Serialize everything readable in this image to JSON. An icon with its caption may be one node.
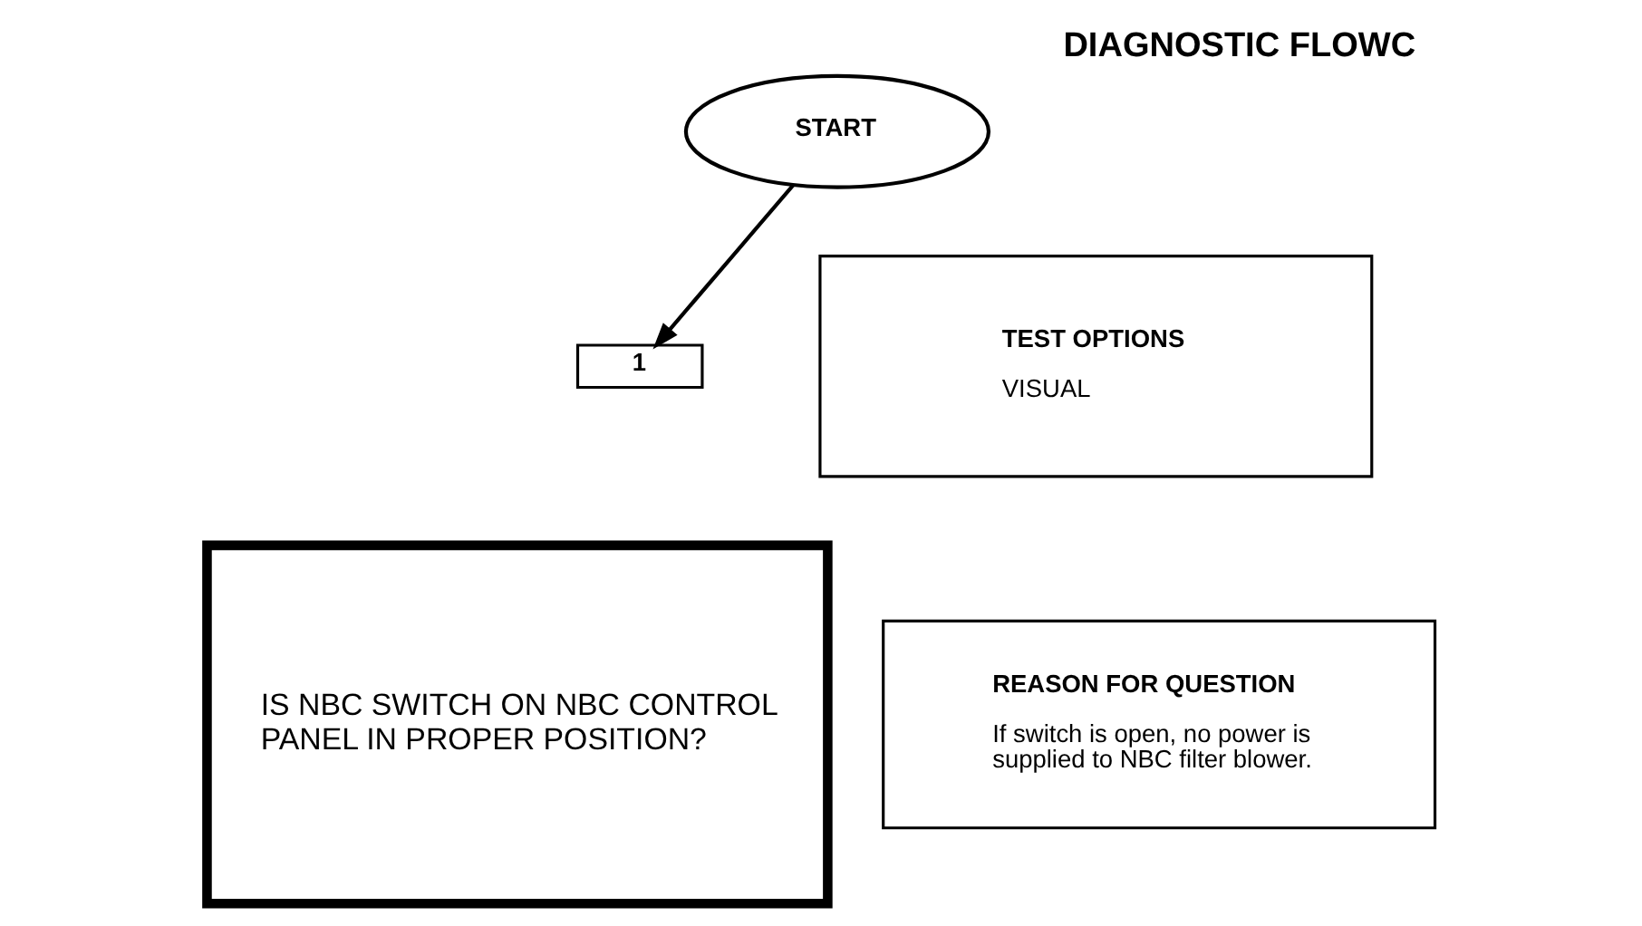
{
  "diagram": {
    "title": "DIAGNOSTIC FLOWC",
    "nodes": [
      {
        "text": [
          "START"
        ]
      },
      {
        "text": [
          "1"
        ]
      },
      {
        "text": [
          "IS NBC SWITCH ON NBC CONTROL PANEL IN PROPER POSITION?"
        ]
      },
      {
        "text": [
          "TEST OPTIONS",
          "VISUAL"
        ]
      },
      {
        "text": [
          "REASON FOR QUESTION",
          "If switch is open, no power is supplied to NBC filter blower."
        ]
      }
    ],
    "edges": [
      {
        "from": 0,
        "to": 1,
        "arrow": "to"
      }
    ]
  }
}
